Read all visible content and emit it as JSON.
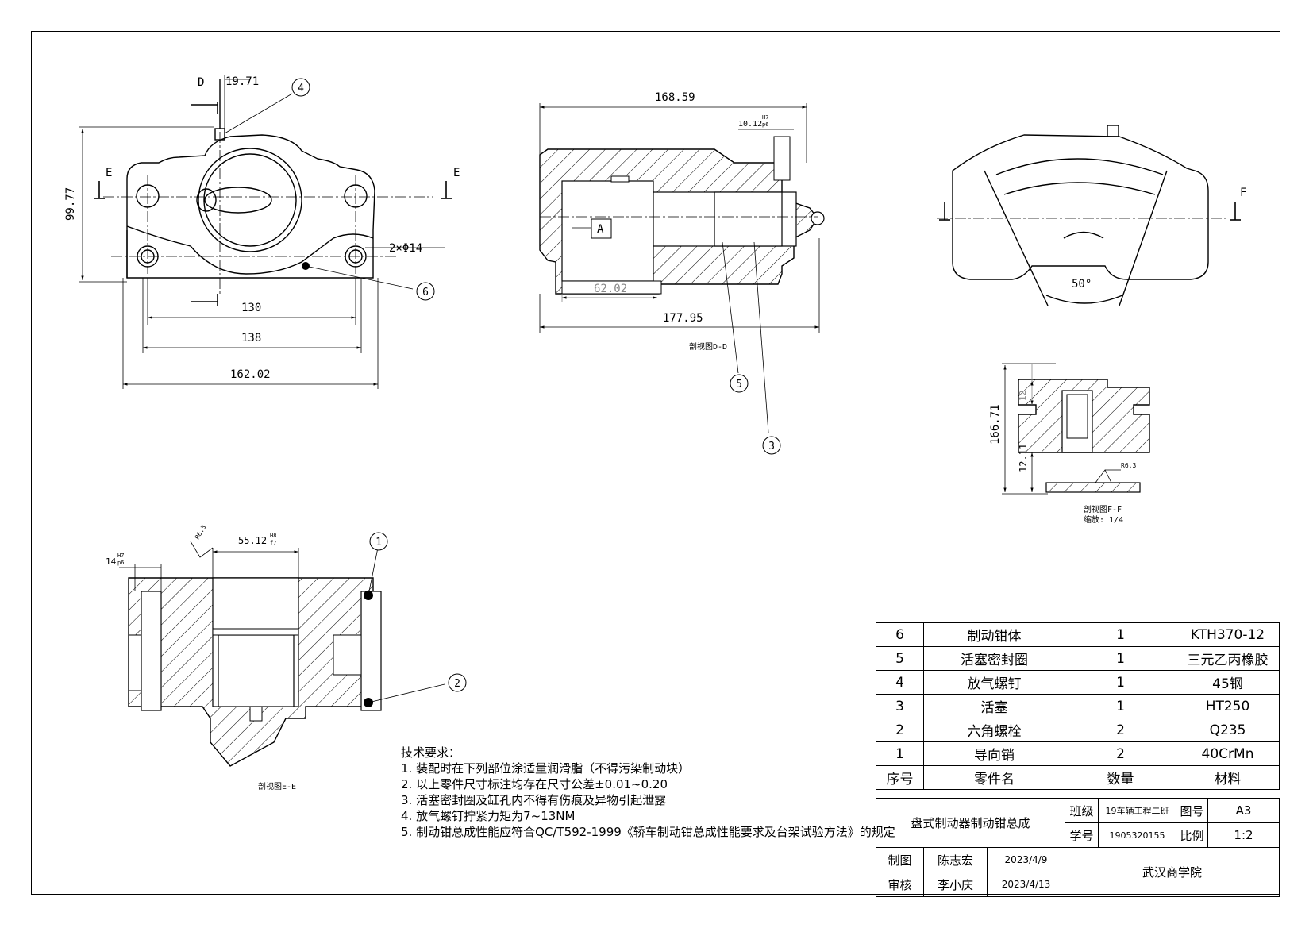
{
  "views": {
    "front": {
      "section_mark_d": "D",
      "section_mark_e_left": "E",
      "section_mark_e_right": "E",
      "dims": {
        "top_offset": "19.71",
        "height": "99.77",
        "hole": "2×Φ14",
        "w130": "130",
        "w138": "138",
        "w162": "162.02"
      }
    },
    "section_d": {
      "dims": {
        "w168": "168.59",
        "fit": "10.12",
        "fit_tol_upper": "H7",
        "fit_tol_lower": "p6",
        "d62": "62.02",
        "w177": "177.95"
      },
      "datum": "A",
      "caption": "剖视图D-D"
    },
    "side": {
      "section_mark_f": "F",
      "angle": "50°"
    },
    "section_f": {
      "dims": {
        "d12": "12",
        "d166": "166.71",
        "d12_11": "12.11",
        "roughness": "R6.3"
      },
      "caption": "剖视图F-F",
      "scale_line": "缩放: 1/4"
    },
    "section_e": {
      "dims": {
        "fit": "55.12",
        "fit_tol_upper": "H8",
        "fit_tol_lower": "f7",
        "pin_fit": "14",
        "pin_tol_upper": "H7",
        "pin_tol_lower": "p6",
        "roughness": "R6.3"
      },
      "caption": "剖视图E-E"
    }
  },
  "balloons": [
    "1",
    "2",
    "3",
    "4",
    "5",
    "6"
  ],
  "notes": {
    "heading": "技术要求：",
    "items": [
      "1. 装配时在下列部位涂适量润滑脂（不得污染制动块）",
      "2. 以上零件尺寸标注均存在尺寸公差±0.01~0.20",
      "3. 活塞密封圈及缸孔内不得有伤痕及异物引起泄露",
      "4. 放气螺钉拧紧力矩为7~13NM",
      "5. 制动钳总成性能应符合QC/T592-1999《轿车制动钳总成性能要求及台架试验方法》的规定"
    ]
  },
  "bom": {
    "rows": [
      {
        "no": "6",
        "name": "制动钳体",
        "qty": "1",
        "material": "KTH370-12"
      },
      {
        "no": "5",
        "name": "活塞密封圈",
        "qty": "1",
        "material": "三元乙丙橡胶"
      },
      {
        "no": "4",
        "name": "放气螺钉",
        "qty": "1",
        "material": "45钢"
      },
      {
        "no": "3",
        "name": "活塞",
        "qty": "1",
        "material": "HT250"
      },
      {
        "no": "2",
        "name": "六角螺栓",
        "qty": "2",
        "material": "Q235"
      },
      {
        "no": "1",
        "name": "导向销",
        "qty": "2",
        "material": "40CrMn"
      }
    ],
    "header": {
      "no": "序号",
      "name": "零件名",
      "qty": "数量",
      "material": "材料"
    }
  },
  "title_block": {
    "drawing_title": "盘式制动器制动钳总成",
    "class_label": "班级",
    "class_value": "19车辆工程二班",
    "drawing_no_label": "图号",
    "drawing_no_value": "A3",
    "student_id_label": "学号",
    "student_id_value": "1905320155",
    "scale_label": "比例",
    "scale_value": "1:2",
    "drawn_label": "制图",
    "drawn_name": "陈志宏",
    "drawn_date": "2023/4/9",
    "checked_label": "审核",
    "checked_name": "李小庆",
    "checked_date": "2023/4/13",
    "school": "武汉商学院"
  }
}
